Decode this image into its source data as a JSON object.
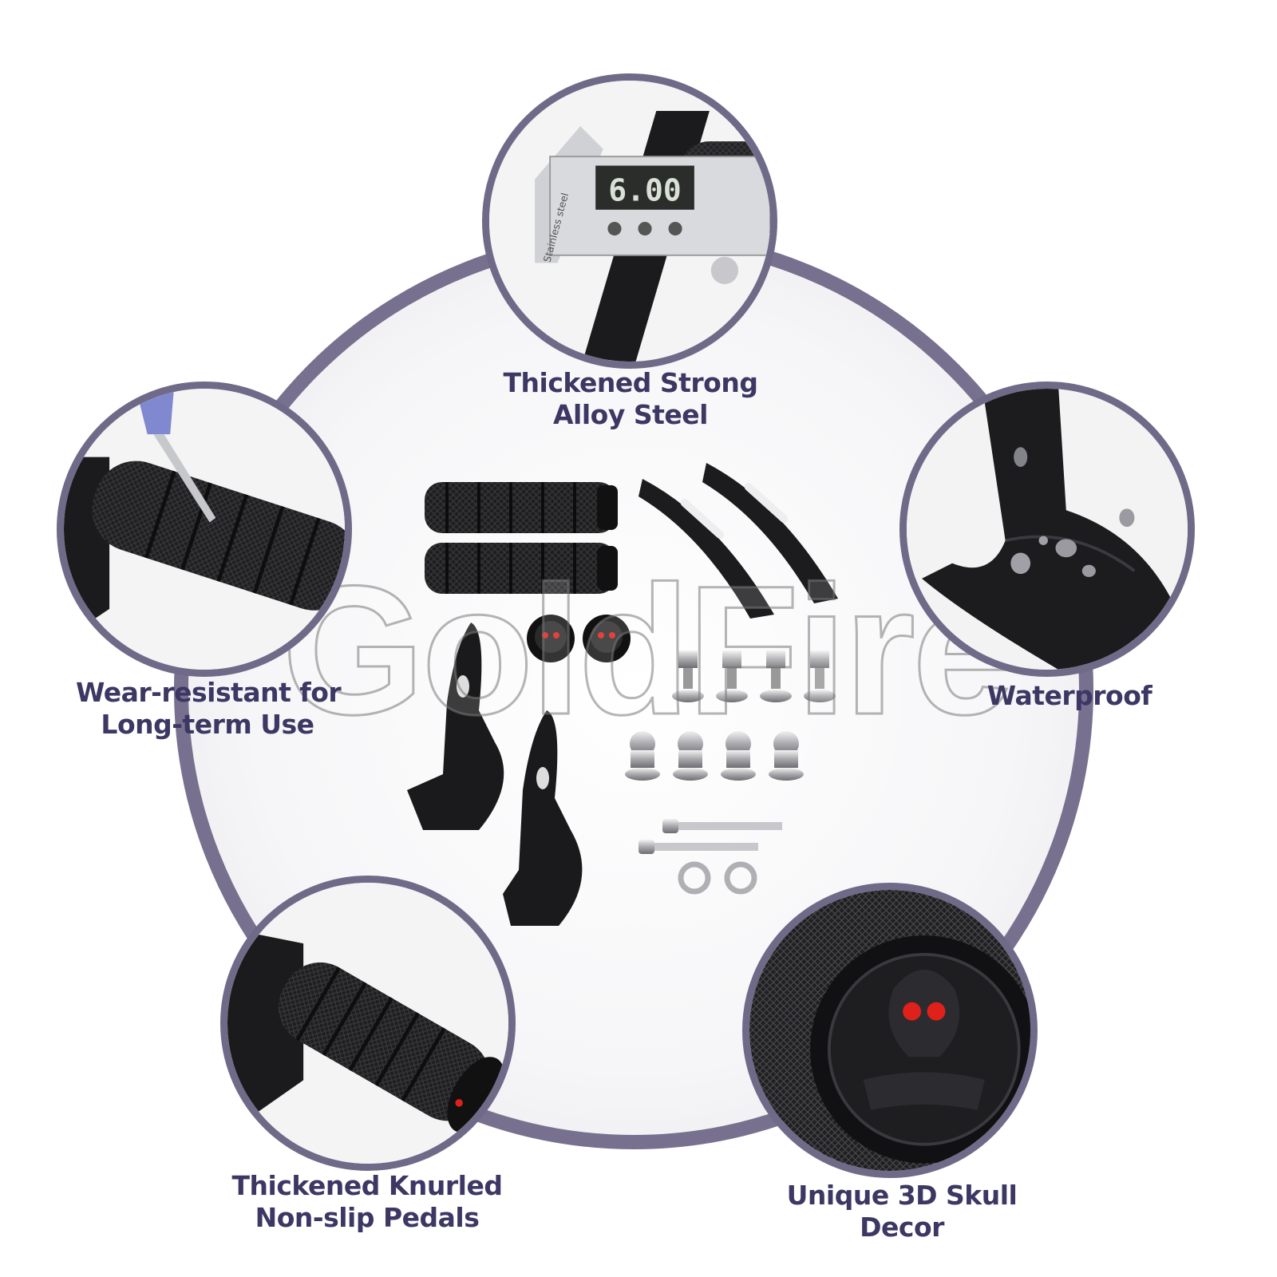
{
  "watermark": "GoldFire",
  "features": [
    {
      "id": "alloy",
      "lines": [
        "Thickened Strong",
        "Alloy Steel"
      ],
      "icon": "caliper-measurement-image"
    },
    {
      "id": "waterproof",
      "lines": [
        "Waterproof"
      ],
      "icon": "water-droplets-bracket-image"
    },
    {
      "id": "skull",
      "lines": [
        "Unique 3D Skull",
        "Decor"
      ],
      "icon": "skull-end-cap-image"
    },
    {
      "id": "knurled",
      "lines": [
        "Thickened Knurled",
        "Non-slip Pedals"
      ],
      "icon": "knurled-peg-image"
    },
    {
      "id": "wear",
      "lines": [
        "Wear-resistant for",
        "Long-term Use"
      ],
      "icon": "screwdriver-scratch-image"
    }
  ],
  "caliper_reading": "6.00",
  "caliper_brand": "Stainless steel",
  "colors": {
    "ring": "#77708f",
    "caption": "#3c3763",
    "metal_black": "#1c1c1e",
    "skull_eye": "#e0201a"
  }
}
